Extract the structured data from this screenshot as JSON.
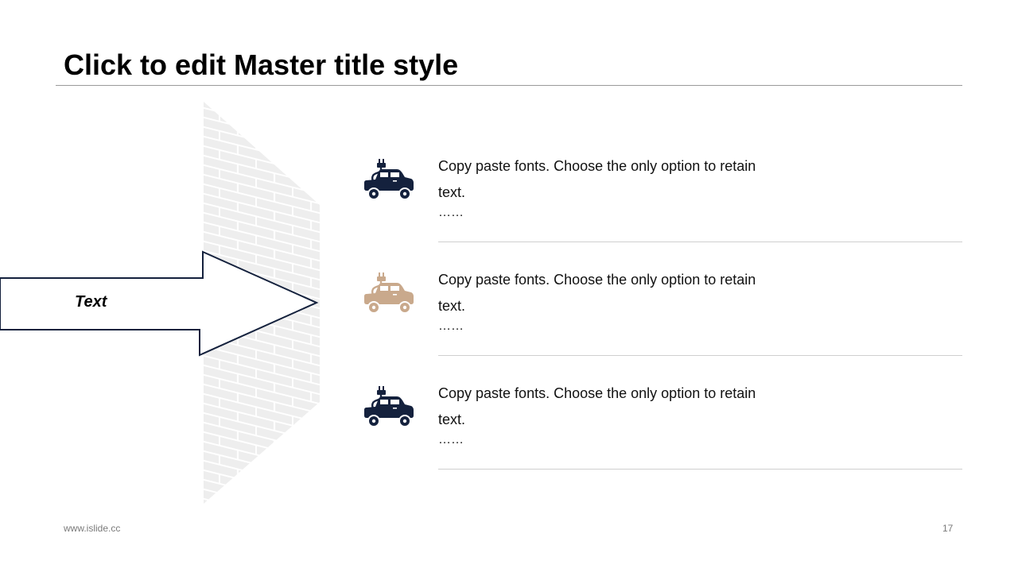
{
  "slide": {
    "title": "Click to edit Master title style",
    "arrow_label": "Text",
    "items": [
      {
        "text": "Copy paste fonts. Choose the only option to retain text.",
        "ellipsis": "……",
        "icon": "electric-car-icon",
        "color": "#14213d"
      },
      {
        "text": "Copy paste fonts. Choose the only option to retain text.",
        "ellipsis": "……",
        "icon": "electric-car-icon",
        "color": "#c9a98c"
      },
      {
        "text": "Copy paste fonts. Choose the only option to retain text.",
        "ellipsis": "……",
        "icon": "electric-car-icon",
        "color": "#14213d"
      }
    ],
    "footer": {
      "url": "www.islide.cc",
      "page_number": "17"
    }
  },
  "colors": {
    "dark": "#14213d",
    "accent": "#c9a98c",
    "wall": "#eeeeee"
  }
}
